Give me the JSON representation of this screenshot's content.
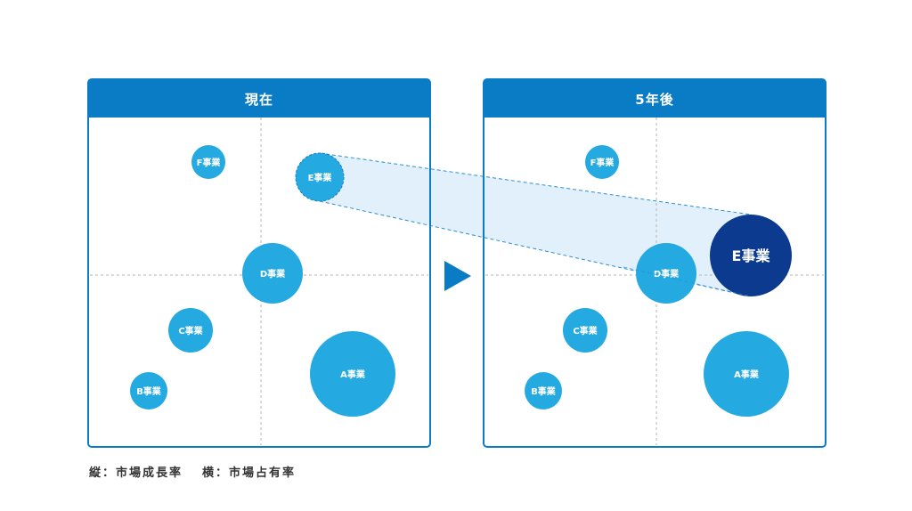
{
  "panels": [
    {
      "title": "現在",
      "bubbles": [
        {
          "label": "F事業"
        },
        {
          "label": "E事業"
        },
        {
          "label": "D事業"
        },
        {
          "label": "C事業"
        },
        {
          "label": "B事業"
        },
        {
          "label": "A事業"
        }
      ]
    },
    {
      "title": "5年後",
      "bubbles": [
        {
          "label": "F事業"
        },
        {
          "label": "D事業"
        },
        {
          "label": "E事業"
        },
        {
          "label": "C事業"
        },
        {
          "label": "B事業"
        },
        {
          "label": "A事業"
        }
      ]
    }
  ],
  "legend": {
    "vertical": "縦：市場成長率",
    "horizontal": "横：市場占有率"
  },
  "colors": {
    "panel_header": "#0a7cc6",
    "panel_border": "#0a7cc6",
    "bubble": "#24a9e1",
    "highlight_bubble": "#0b3a8f",
    "projection_fill": "#dfeefb",
    "projection_line": "#2b8fd4",
    "arrow": "#0a7cc6",
    "gridline": "#b5b5b5"
  }
}
